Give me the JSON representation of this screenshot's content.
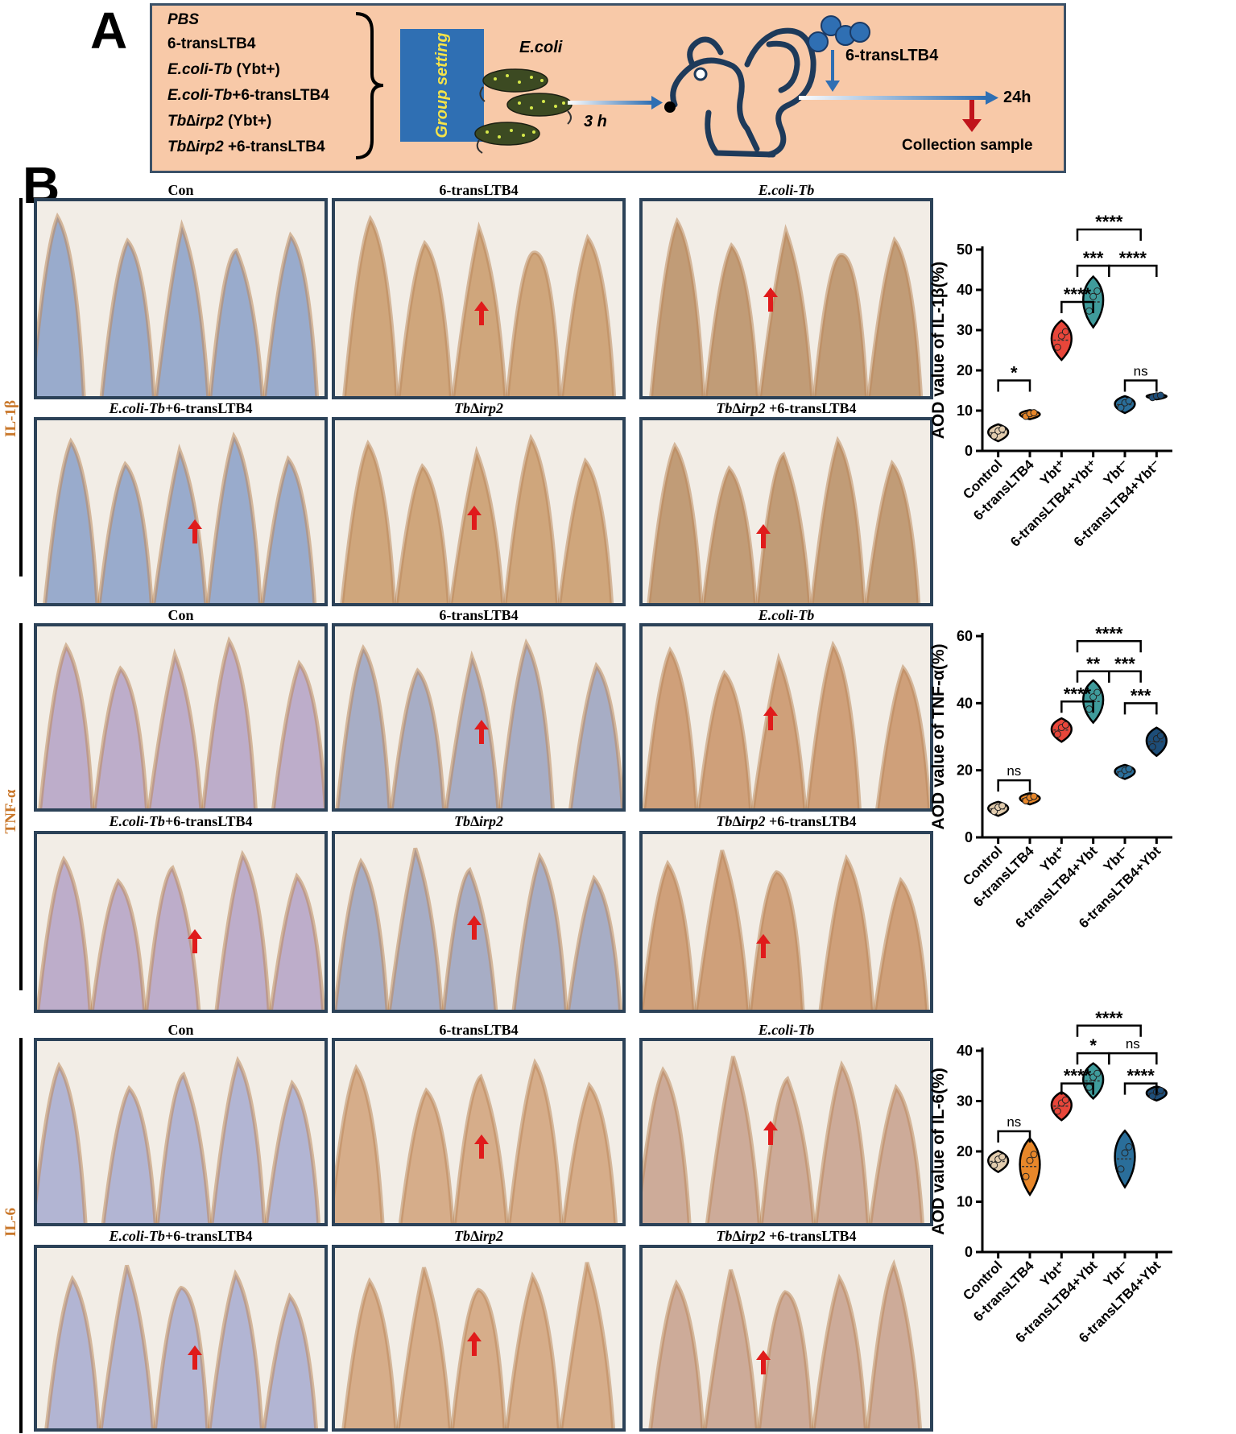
{
  "panelA": {
    "letter": "A",
    "groups": [
      {
        "italic": "PBS",
        "rest": ""
      },
      {
        "italic": "",
        "rest": "6-transLTB4"
      },
      {
        "italic": "E.coli-Tb",
        "rest": " (Ybt+)"
      },
      {
        "italic": "E.coli-Tb",
        "rest": "+6-transLTB4"
      },
      {
        "italic": "Tb∆irp2",
        "rest": " (Ybt+)"
      },
      {
        "italic": "Tb∆irp2",
        "rest": " +6-transLTB4"
      }
    ],
    "group_setting": "Group setting",
    "ecoli_label": "E.coli",
    "time_label": "3 h",
    "drug_label": "6-transLTB4",
    "end_time": "24h",
    "collection_label": "Collection sample",
    "colors": {
      "box": "#f8c9a8",
      "border": "#3b5168",
      "group_box": "#2f6fb3",
      "group_text": "#f4e34a",
      "arrow": "#2f6fb3",
      "dots": "#2f6fb3",
      "collect_arrow": "#c0141b"
    }
  },
  "panelB": {
    "letter": "B",
    "image_titles": [
      {
        "italic": "",
        "rest": "Con"
      },
      {
        "italic": "",
        "rest": "6-transLTB4"
      },
      {
        "italic": "E.coli-Tb",
        "rest": ""
      },
      {
        "italic": "E.coli-Tb",
        "rest": "+6-transLTB4"
      },
      {
        "italic": "Tb∆irp2",
        "rest": ""
      },
      {
        "italic": "Tb∆irp2",
        "rest": " +6-transLTB4"
      }
    ],
    "stains": [
      {
        "name": "IL-1β",
        "arrows": [
          false,
          true,
          true,
          true,
          true,
          true
        ],
        "tone": [
          "#8aa0c8",
          "#c99a6a",
          "#b98e64"
        ]
      },
      {
        "name": "TNF-α",
        "arrows": [
          false,
          true,
          true,
          true,
          true,
          true
        ],
        "tone": [
          "#b4a3c6",
          "#9aa2c0",
          "#c99368"
        ]
      },
      {
        "name": "IL-6",
        "arrows": [
          false,
          true,
          true,
          true,
          true,
          true
        ],
        "tone": [
          "#a8acd0",
          "#d2a27a",
          "#c7a08c"
        ]
      }
    ]
  },
  "chart_data": [
    {
      "type": "violin",
      "ylabel": "AOD value of IL-1β(%)",
      "categories": [
        "Control",
        "6-transLTB4",
        "Ybt⁺",
        "6-transLTB4+Ybt⁺",
        "Ybt⁻",
        "6-transLTB4+Ybt⁻"
      ],
      "values": [
        4.5,
        9.0,
        27.5,
        37.0,
        11.5,
        13.5
      ],
      "spread": [
        1.5,
        0.8,
        3.5,
        4.5,
        1.5,
        0.5
      ],
      "colors": [
        "#e2ccae",
        "#e8872a",
        "#e8463a",
        "#3f9b9b",
        "#2a6e9a",
        "#1d4d78"
      ],
      "ylim": [
        0,
        50
      ],
      "yticks": [
        0,
        10,
        20,
        30,
        40,
        50
      ],
      "significance": [
        {
          "from": 0,
          "to": 1,
          "label": "*",
          "y": 17.5
        },
        {
          "from": 2,
          "to": 3,
          "label": "****",
          "y": 37
        },
        {
          "from": 4,
          "to": 5,
          "label": "ns",
          "y": 17.5
        },
        {
          "from": 2.5,
          "to": 3.5,
          "label": "***",
          "y": 46.0
        },
        {
          "from": 3.5,
          "to": 5,
          "label": "****",
          "y": 46.0
        },
        {
          "from": 2.5,
          "to": 4.5,
          "label": "****",
          "y": 55.0
        }
      ]
    },
    {
      "type": "violin",
      "ylabel": "AOD value of TNF-α(%)",
      "categories": [
        "Control",
        "6-transLTB4",
        "Ybt⁺",
        "6-transLTB4+Ybt",
        "Ybt⁻",
        "6-transLTB4+Ybt"
      ],
      "values": [
        8.5,
        11.5,
        32.0,
        40.5,
        19.5,
        28.5
      ],
      "spread": [
        1.5,
        1.2,
        2.5,
        4.5,
        1.5,
        3.0
      ],
      "colors": [
        "#e2ccae",
        "#e8872a",
        "#e8463a",
        "#3f9b9b",
        "#2a6e9a",
        "#1d4d78"
      ],
      "ylim": [
        0,
        60
      ],
      "yticks": [
        0,
        20,
        40,
        60
      ],
      "significance": [
        {
          "from": 0,
          "to": 1,
          "label": "ns",
          "y": 17.0
        },
        {
          "from": 2,
          "to": 3,
          "label": "****",
          "y": 40.5
        },
        {
          "from": 4,
          "to": 5,
          "label": "***",
          "y": 40.0
        },
        {
          "from": 2.5,
          "to": 3.5,
          "label": "**",
          "y": 49.5
        },
        {
          "from": 3.5,
          "to": 4.5,
          "label": "***",
          "y": 49.5
        },
        {
          "from": 2.5,
          "to": 4.5,
          "label": "****",
          "y": 58.5
        }
      ]
    },
    {
      "type": "violin",
      "ylabel": "AOD value of IL-6(%)",
      "categories": [
        "Control",
        "6-transLTB4",
        "Ybt⁺",
        "6-transLTB4+Ybt",
        "Ybt⁻",
        "6-transLTB4+Ybt"
      ],
      "values": [
        18.0,
        17.0,
        29.0,
        34.0,
        18.5,
        31.5
      ],
      "spread": [
        1.5,
        4.0,
        2.0,
        2.5,
        4.0,
        1.0
      ],
      "colors": [
        "#e2ccae",
        "#e8872a",
        "#e8463a",
        "#3f9b9b",
        "#2a6e9a",
        "#1d4d78"
      ],
      "ylim": [
        0,
        40
      ],
      "yticks": [
        0,
        10,
        20,
        30,
        40
      ],
      "significance": [
        {
          "from": 0,
          "to": 1,
          "label": "ns",
          "y": 24.0
        },
        {
          "from": 2,
          "to": 3,
          "label": "****",
          "y": 33.5
        },
        {
          "from": 4,
          "to": 5,
          "label": "****",
          "y": 33.5
        },
        {
          "from": 2.5,
          "to": 3.5,
          "label": "*",
          "y": 39.5
        },
        {
          "from": 3.5,
          "to": 5,
          "label": "ns",
          "y": 39.5
        },
        {
          "from": 2.5,
          "to": 4.5,
          "label": "****",
          "y": 45.0
        }
      ]
    }
  ]
}
